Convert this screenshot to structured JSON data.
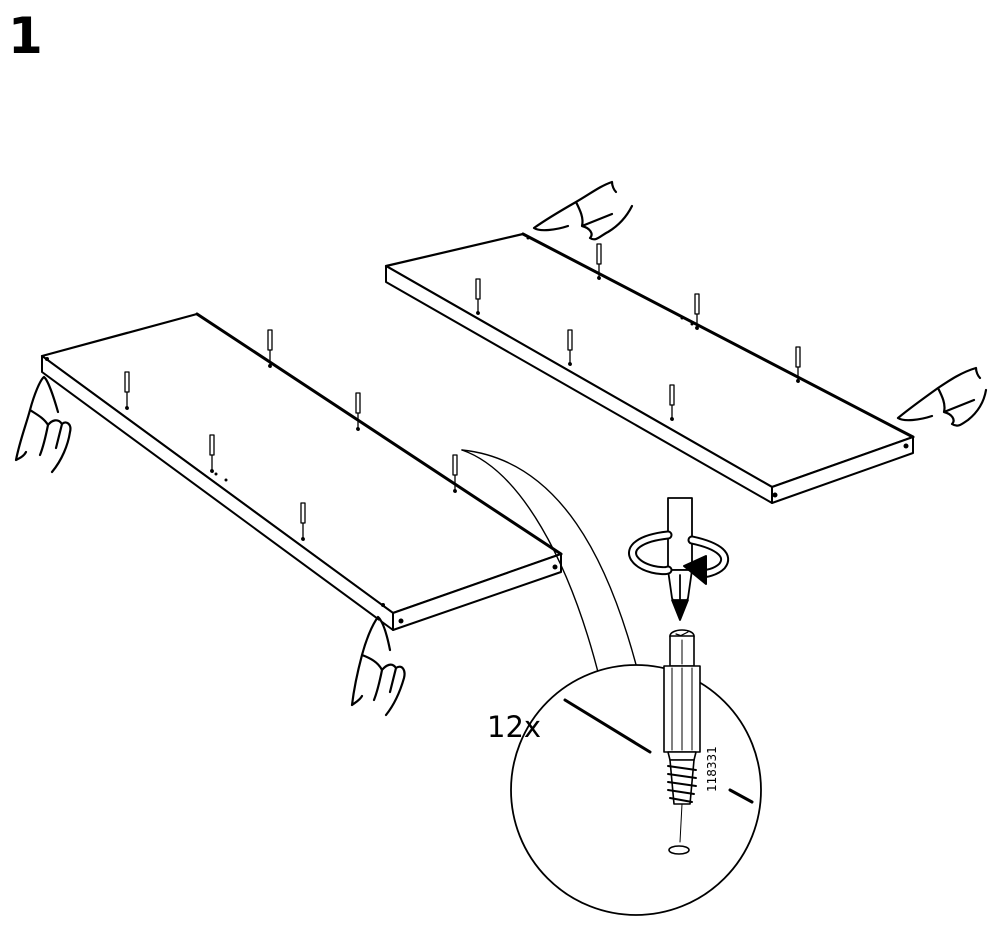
{
  "step": {
    "number": "1"
  },
  "detail": {
    "quantity": "12x",
    "part_number": "118331"
  },
  "illustration": {
    "panels": [
      "left-shelf-panel",
      "right-shelf-panel"
    ],
    "dowels_per_panel": 6,
    "hands": [
      "pointing-hand",
      "pointing-hand",
      "pointing-hand",
      "pointing-hand"
    ],
    "tool": "screwdriver-bit",
    "rotation": "clockwise-arrow-icon",
    "line_color": "#000000",
    "fill_color": "#ffffff"
  }
}
